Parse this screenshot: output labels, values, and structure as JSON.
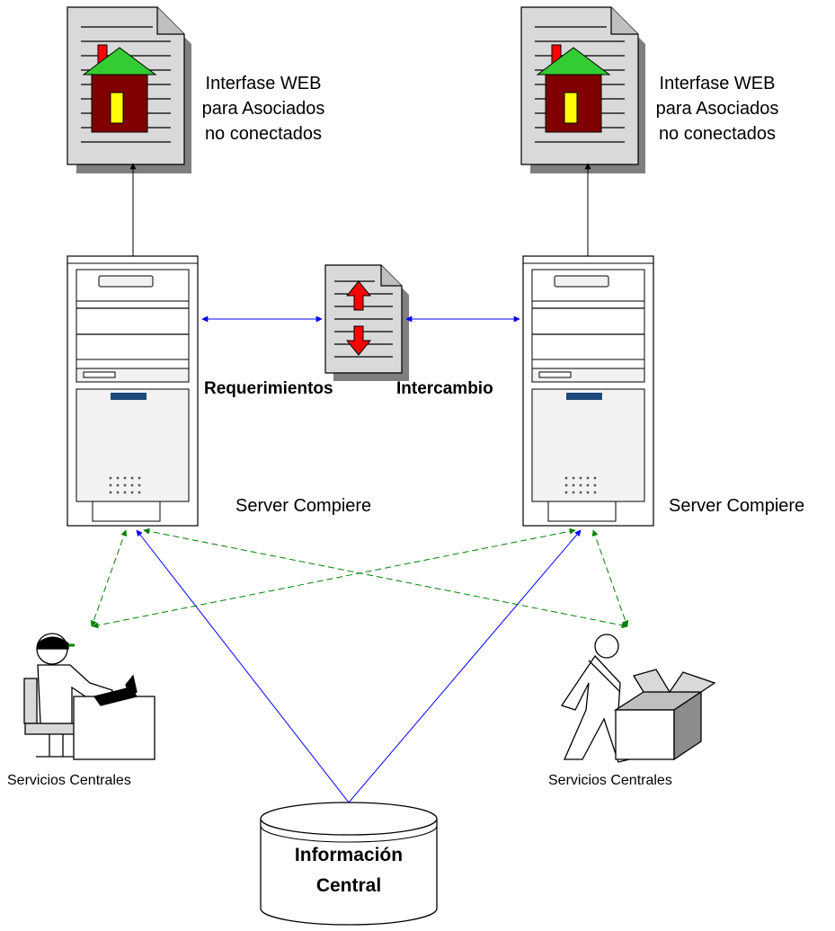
{
  "web_interface_left": {
    "line1": "Interfase WEB",
    "line2": "para Asociados",
    "line3": "no conectados"
  },
  "web_interface_right": {
    "line1": "Interfase WEB",
    "line2": "para Asociados",
    "line3": "no conectados"
  },
  "server_left": {
    "label": "Server Compiere"
  },
  "server_right": {
    "label": "Server Compiere"
  },
  "exchange": {
    "left_label": "Requerimientos",
    "right_label": "Intercambio"
  },
  "user_left": {
    "label": "Servicios Centrales"
  },
  "user_right": {
    "label": "Servicios Centrales"
  },
  "database": {
    "line1": "Información",
    "line2": "Central"
  },
  "colors": {
    "document_fill": "#d9d9d9",
    "house_wall": "#800000",
    "house_roof": "#33cc33",
    "house_door": "#ffff00",
    "house_chimney": "#ff0000",
    "exchange_arrow": "#ff0000",
    "blue_link": "#0000ff",
    "green_link": "#008000",
    "server_panel": "#f2f2f2",
    "server_badge": "#1f497d"
  }
}
